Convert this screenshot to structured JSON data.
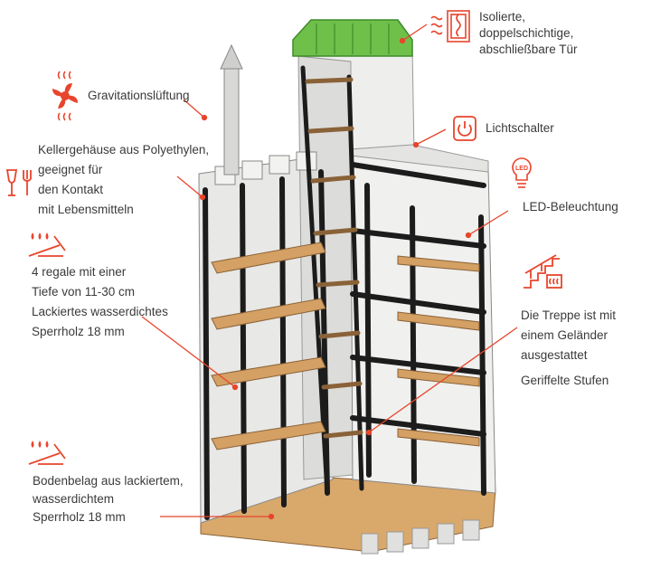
{
  "colors": {
    "accent": "#e8452c",
    "hatch": "#6ec04a",
    "shelf": "#d4a063",
    "frame": "#1c1c1c",
    "wall": "#ececea"
  },
  "callouts": {
    "door": {
      "lines": [
        "Isolierte,",
        "doppelschichtige,",
        "abschließbare Tür"
      ],
      "icon": "insulation-icon"
    },
    "ventilation": {
      "lines": [
        "Gravitationslüftung"
      ],
      "icon": "ventilation-fan-icon"
    },
    "switch": {
      "lines": [
        "Lichtschalter"
      ],
      "icon": "power-switch-icon"
    },
    "housing": {
      "lines": [
        "Kellergehäuse aus Polyethylen,",
        "geeignet für",
        "den Kontakt",
        "mit Lebensmitteln"
      ],
      "icon": "food-safe-icon"
    },
    "led": {
      "lines": [
        "LED-Beleuchtung"
      ],
      "icon": "led-bulb-icon",
      "icon_text": "LED"
    },
    "shelves": {
      "lines": [
        "4 regale mit einer",
        "Tiefe von 11-30 cm",
        "Lackiertes wasserdichtes",
        "Sperrholz 18 mm"
      ],
      "icon": "waterproof-icon"
    },
    "stairs": {
      "lines": [
        "Die Treppe ist mit",
        "einem Geländer",
        "ausgestattet",
        "Geriffelte Stufen"
      ],
      "icon": "stairs-icon"
    },
    "floor": {
      "lines": [
        "Bodenbelag aus lackiertem,",
        "wasserdichtem",
        "Sperrholz  18 mm"
      ],
      "icon": "waterproof-floor-icon"
    }
  }
}
